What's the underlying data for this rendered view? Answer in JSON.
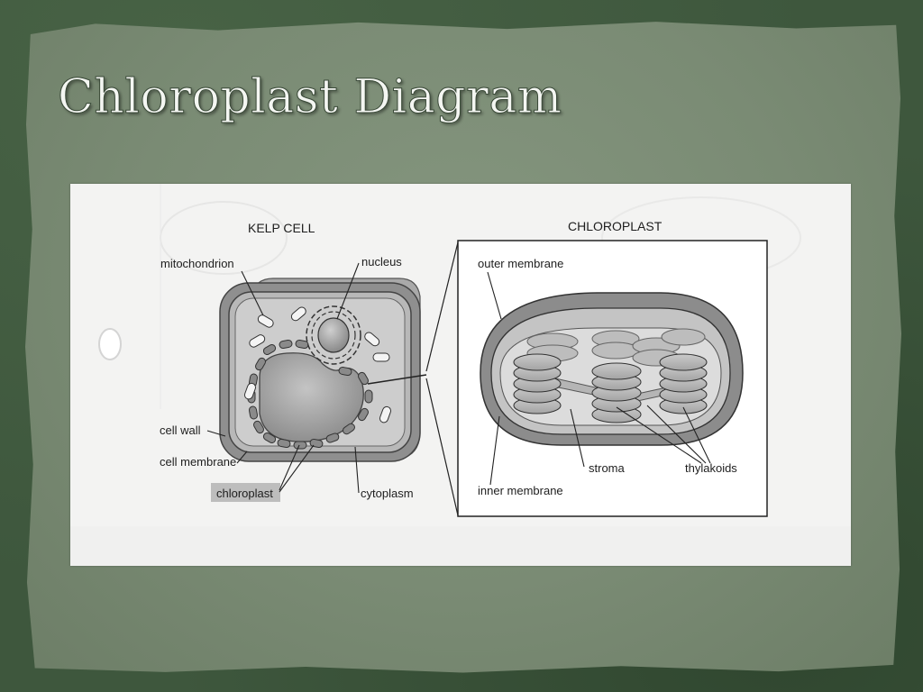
{
  "slide": {
    "title": "Chloroplast Diagram"
  },
  "kelp_cell": {
    "heading": "KELP CELL",
    "labels": {
      "mitochondrion": "mitochondrion",
      "nucleus": "nucleus",
      "cell_wall": "cell wall",
      "cell_membrane": "cell membrane",
      "chloroplast": "chloroplast",
      "cytoplasm": "cytoplasm"
    }
  },
  "chloroplast": {
    "heading": "CHLOROPLAST",
    "labels": {
      "outer_membrane": "outer membrane",
      "inner_membrane": "inner membrane",
      "stroma": "stroma",
      "thylakoids": "thylakoids"
    }
  },
  "colors": {
    "background": "#3e573d",
    "paper": "#7a8b74",
    "figure": "#f3f3f2",
    "title": "#f4f6f2",
    "label_highlight": "#bdbdbd"
  }
}
